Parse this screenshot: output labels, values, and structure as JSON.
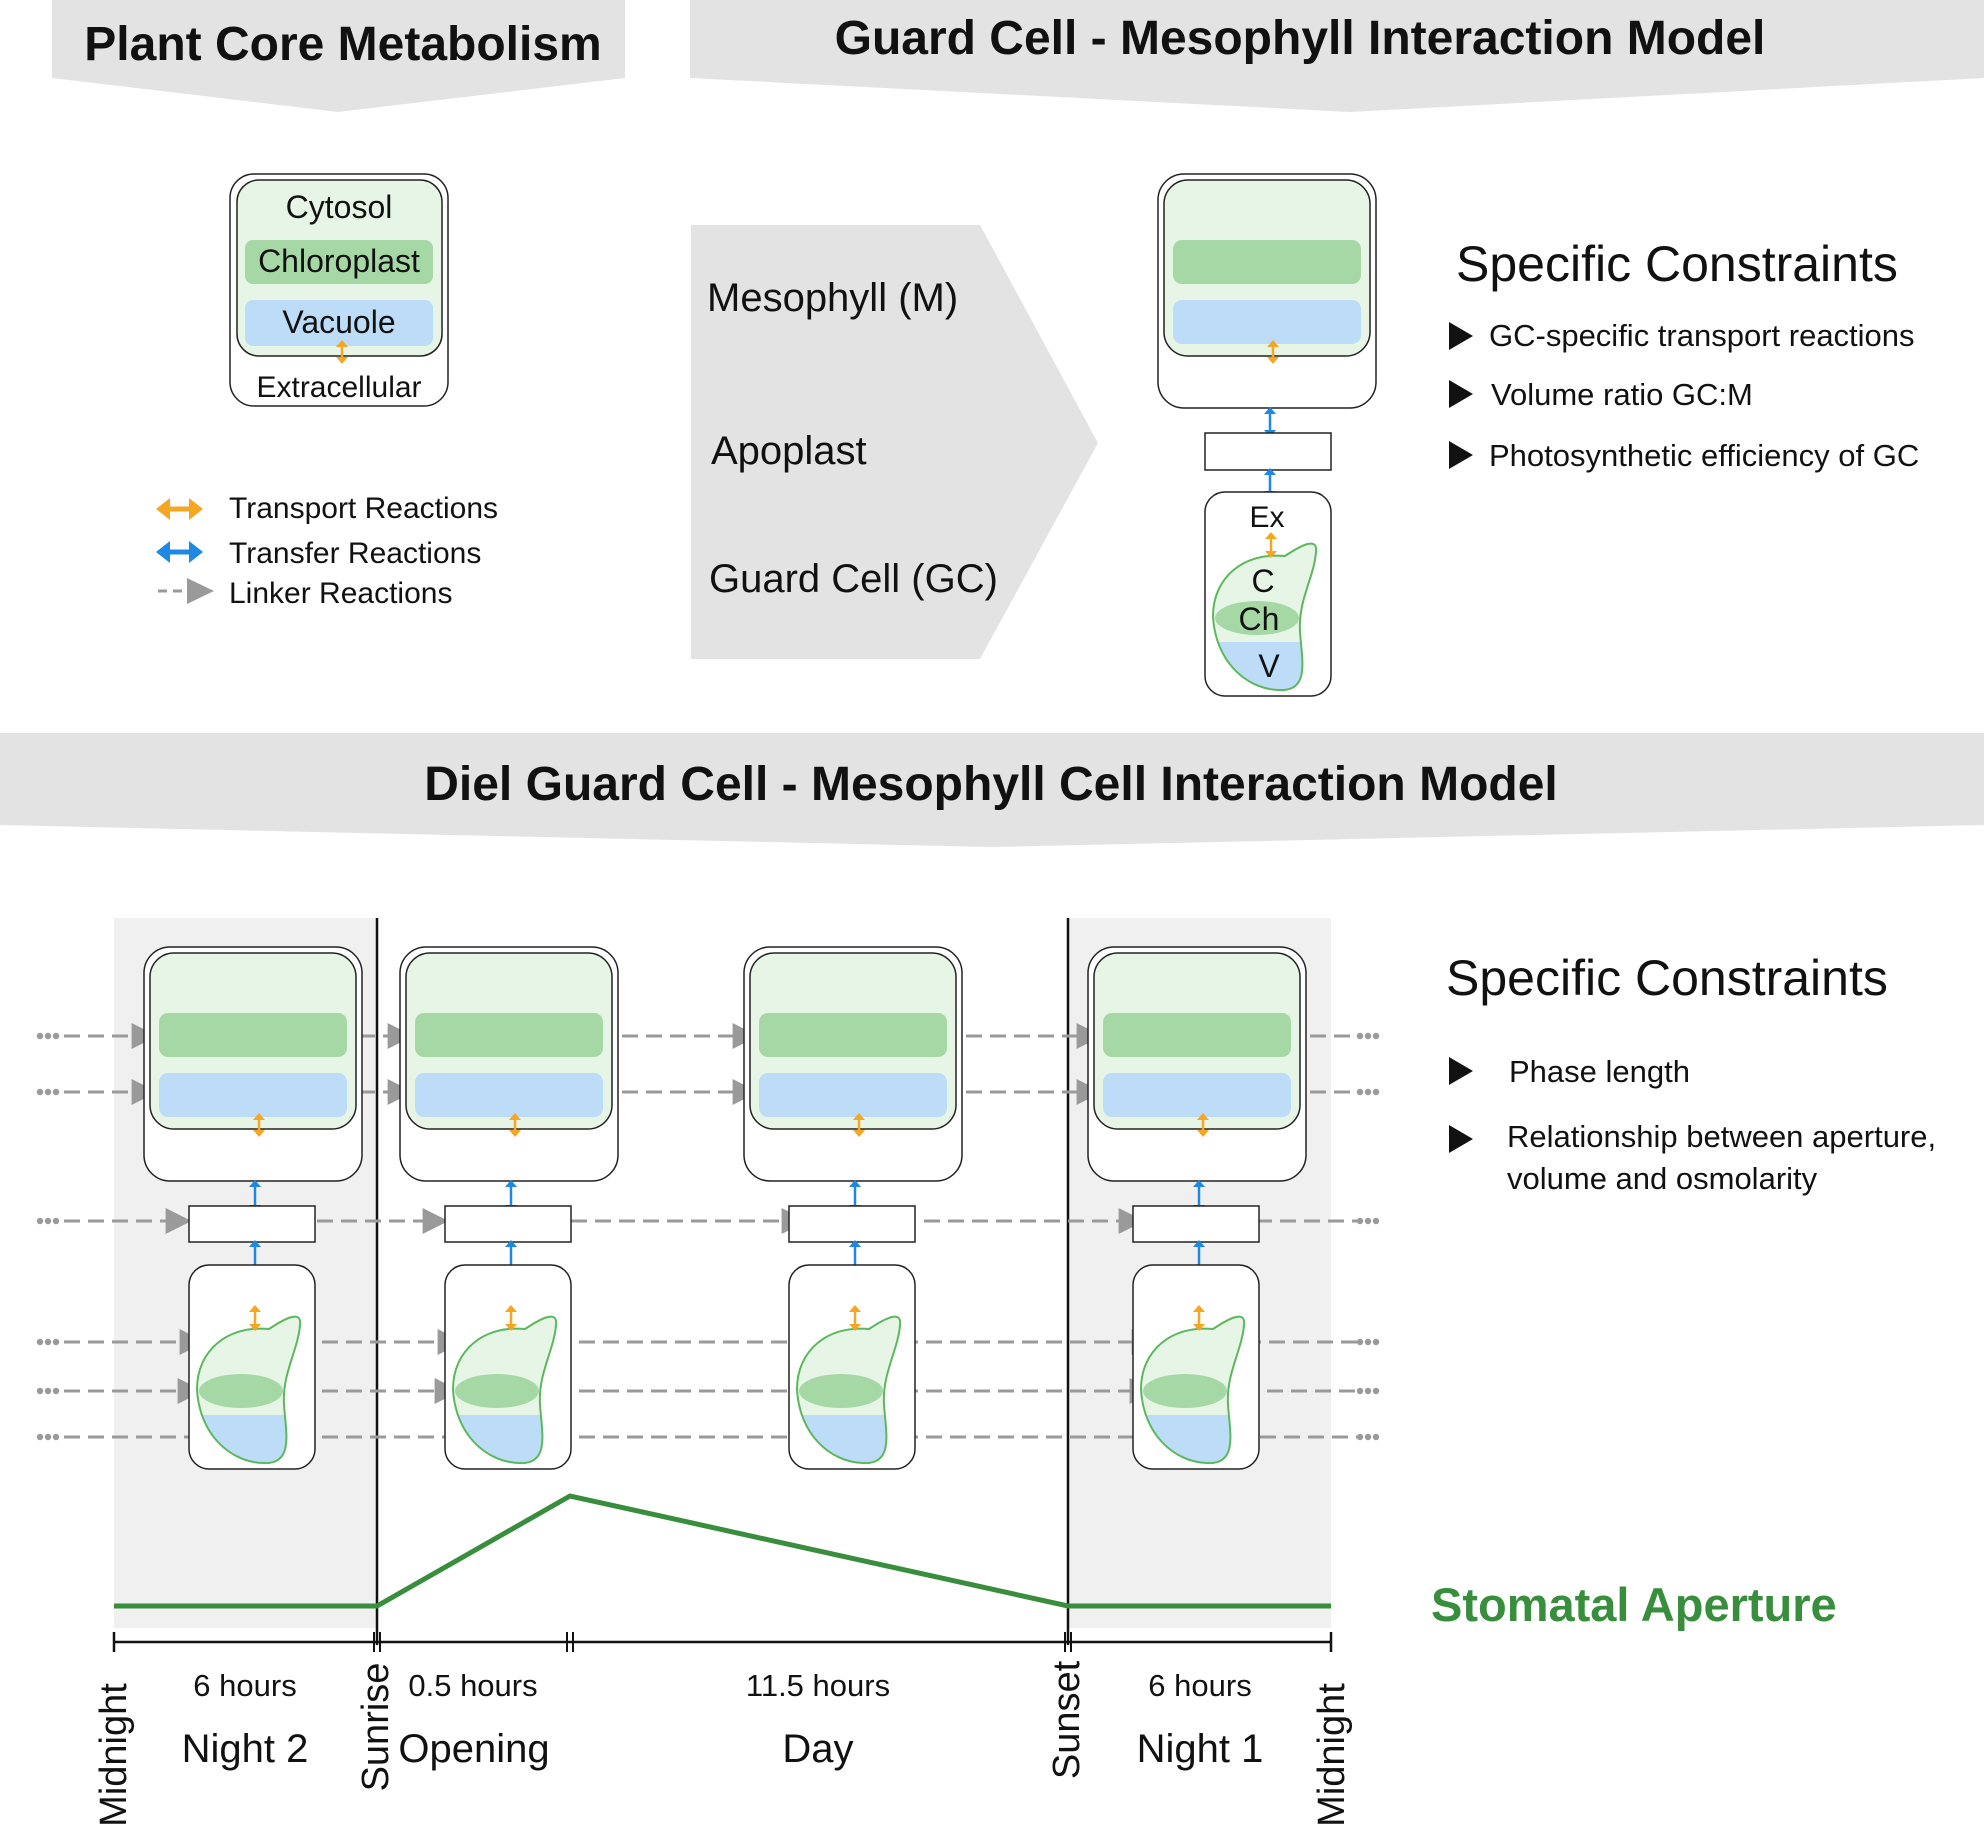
{
  "panels": {
    "core_title": "Plant Core Metabolism",
    "interaction_title": "Guard Cell - Mesophyll Interaction Model",
    "diel_title": "Diel Guard Cell - Mesophyll Cell Interaction Model"
  },
  "core_cell": {
    "cytosol": "Cytosol",
    "chloroplast": "Chloroplast",
    "vacuole": "Vacuole",
    "extracellular": "Extracellular"
  },
  "legend": {
    "transport": "Transport Reactions",
    "transfer": "Transfer Reactions",
    "linker": "Linker Reactions"
  },
  "interaction_labels": {
    "mesophyll": "Mesophyll (M)",
    "apoplast": "Apoplast",
    "guard_cell": "Guard Cell (GC)",
    "gc_ex": "Ex",
    "gc_c": "C",
    "gc_ch": "Ch",
    "gc_v": "V"
  },
  "constraints_top": {
    "title": "Specific Constraints",
    "items": [
      "GC-specific transport reactions",
      "Volume ratio GC:M",
      "Photosynthetic efficiency of GC"
    ]
  },
  "constraints_bottom": {
    "title": "Specific Constraints",
    "items": [
      "Phase length",
      [
        "Relationship between aperture,",
        "volume and osmolarity"
      ]
    ]
  },
  "aperture_label": "Stomatal Aperture",
  "phases": [
    {
      "duration": "6 hours",
      "name": "Night 2",
      "night": true
    },
    {
      "duration": "0.5 hours",
      "name": "Opening",
      "night": false
    },
    {
      "duration": "11.5 hours",
      "name": "Day",
      "night": false
    },
    {
      "duration": "6 hours",
      "name": "Night 1",
      "night": true
    }
  ],
  "boundaries": [
    "Midnight",
    "Sunrise",
    "",
    "Sunset",
    "Midnight"
  ],
  "colors": {
    "header_bg": "#e3e3e3",
    "cytosol": "#e7f5e7",
    "chloroplast": "#a5d8a5",
    "vacuole": "#bcdcf7",
    "transport_arrow": "#f5a623",
    "transfer_arrow": "#1e88e5",
    "linker_arrow": "#9a9a9a",
    "aperture": "#388e3c",
    "night_bg": "#f0f0f0"
  },
  "chart_data": {
    "type": "line",
    "series": [
      {
        "name": "Stomatal Aperture",
        "points": [
          {
            "boundary": "Midnight",
            "level": 0
          },
          {
            "boundary": "Sunrise",
            "level": 0
          },
          {
            "boundary": "end of Opening",
            "level": 1
          },
          {
            "boundary": "Sunset",
            "level": 0
          },
          {
            "boundary": "Midnight",
            "level": 0
          }
        ]
      }
    ]
  }
}
